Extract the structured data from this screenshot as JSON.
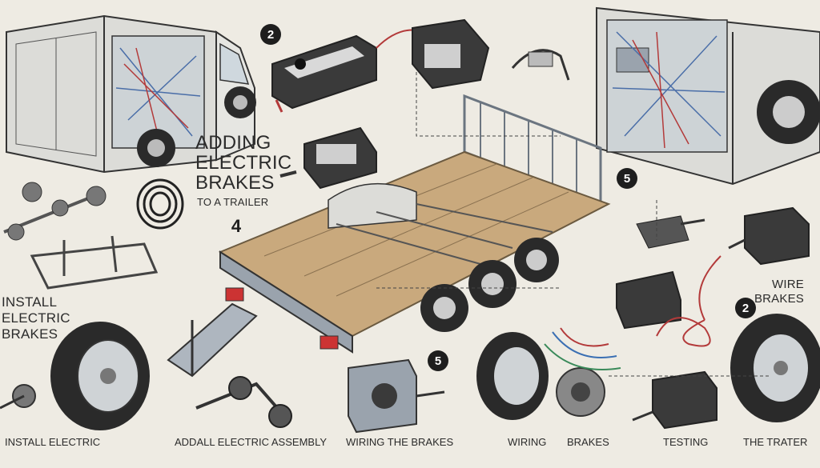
{
  "title": {
    "line1": "ADDING",
    "line2": "ELECTRIC",
    "line3": "BRAKES",
    "subtitle": "TO A TRAILER"
  },
  "left_label": {
    "line1": "INSTALL",
    "line2": "ELECTRIC",
    "line3": "BRAKES"
  },
  "right_label": {
    "line1": "WIRE",
    "line2": "BRAKES"
  },
  "step_badges": [
    "2",
    "4",
    "5",
    "5",
    "2"
  ],
  "captions": [
    "INSTALL ELECTRIC",
    "ADDALL ELECTRIC ASSEMBLY",
    "WIRING THE BRAKES",
    "WIRING",
    "BRAKES",
    "TESTING",
    "THE TRATER"
  ],
  "colors": {
    "background": "#eeebe3",
    "ink": "#2b2b2b",
    "wood": "#c9a97d",
    "metal": "#9aa3ad",
    "tire": "#2a2a2a",
    "wire_red": "#b33a3a",
    "wire_blue": "#3a6fb3"
  }
}
